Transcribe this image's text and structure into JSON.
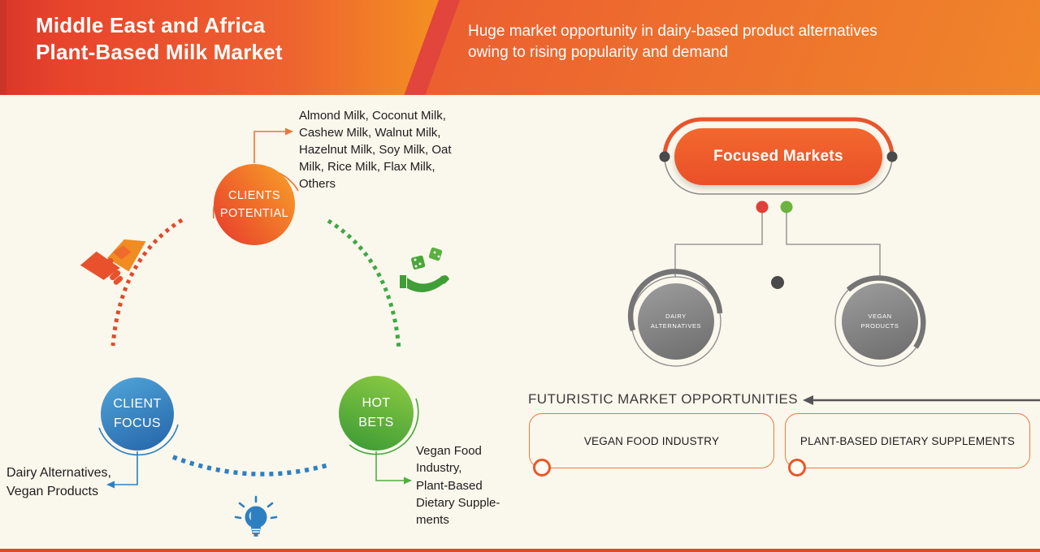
{
  "colors": {
    "banner_red": "#e8442c",
    "banner_orange": "#f59c1e",
    "accent_orange": "#ee5a2b",
    "blue": "#2e7fc2",
    "green": "#45a83b",
    "gray": "#777777",
    "background": "#faf7ec"
  },
  "banner": {
    "title": "Middle East and Africa\nPlant-Based Milk Market",
    "subtitle": "Huge market opportunity in dairy-based product alternatives\nowing to rising popularity and demand"
  },
  "matrix": {
    "clients_potential": {
      "label": "CLIENTS\nPOTENTIAL",
      "note": "Almond Milk, Coconut Milk,\nCashew Milk, Walnut Milk,\nHazelnut Milk, Soy Milk, Oat\nMilk, Rice Milk, Flax Milk,\nOthers"
    },
    "client_focus": {
      "label": "CLIENT\nFOCUS",
      "note": "Dairy Alternatives,\nVegan Products"
    },
    "hot_bets": {
      "label": "HOT\nBETS",
      "note": "Vegan Food\nIndustry,\nPlant-Based\nDietary Supple-\nments"
    },
    "icons": {
      "handshake": "handshake-icon",
      "dice_hand": "dice-hand-icon",
      "lightbulb": "lightbulb-icon"
    }
  },
  "focused_markets": {
    "title": "Focused Markets",
    "branches": [
      {
        "label": "DAIRY\nALTERNATIVES"
      },
      {
        "label": "VEGAN\nPRODUCTS"
      }
    ]
  },
  "futuristic": {
    "heading": "FUTURISTIC MARKET OPPORTUNITIES",
    "boxes": [
      {
        "label": "VEGAN FOOD INDUSTRY"
      },
      {
        "label": "PLANT-BASED DIETARY SUPPLEMENTS"
      }
    ]
  }
}
